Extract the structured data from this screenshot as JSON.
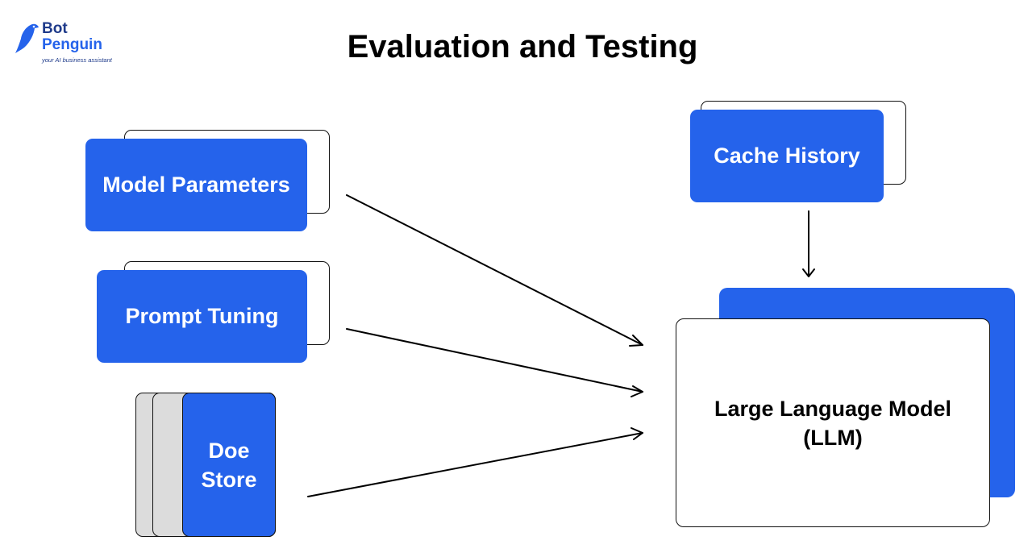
{
  "logo": {
    "line1": "Bot",
    "line2": "Penguin",
    "tagline": "your AI business assistant",
    "icon": "penguin-bird-icon"
  },
  "title": "Evaluation and Testing",
  "nodes": {
    "model_parameters": "Model Parameters",
    "prompt_tuning": "Prompt Tuning",
    "doc_store_line1": "Doe",
    "doc_store_line2": "Store",
    "cache_history": "Cache History",
    "llm_line1": "Large Language Model",
    "llm_line2": "(LLM)"
  },
  "colors": {
    "accent": "#2563eb",
    "stack_grey": "#dcdcdc",
    "text": "#000000"
  }
}
